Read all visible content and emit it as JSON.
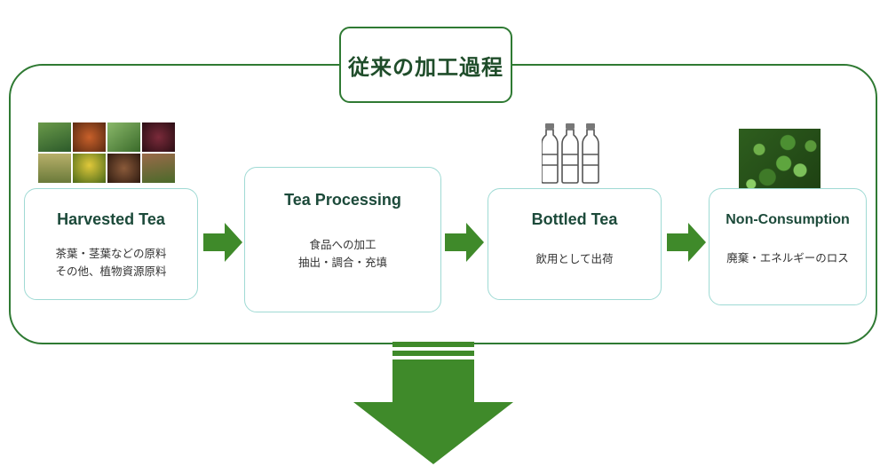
{
  "title": "従来の加工過程",
  "stages": [
    {
      "heading": "Harvested Tea",
      "lines": [
        "茶葉・茎葉などの原料",
        "その他、植物資源原料"
      ]
    },
    {
      "heading": "Tea Processing",
      "lines": [
        "食品への加工",
        "抽出・調合・充填"
      ]
    },
    {
      "heading": "Bottled Tea",
      "lines": [
        "飲用として出荷"
      ]
    },
    {
      "heading": "Non-Consumption",
      "lines": [
        "廃棄・エネルギーのロス"
      ]
    }
  ],
  "colors": {
    "frame": "#2f7a33",
    "arrow": "#3f8a2a",
    "card_border": "#9fdad4",
    "heading": "#1c4a3a"
  },
  "icons": [
    "plant-photo-grid",
    "bottle-icon",
    "tea-leaves-photo",
    "arrow-right-icon",
    "arrow-down-icon"
  ]
}
